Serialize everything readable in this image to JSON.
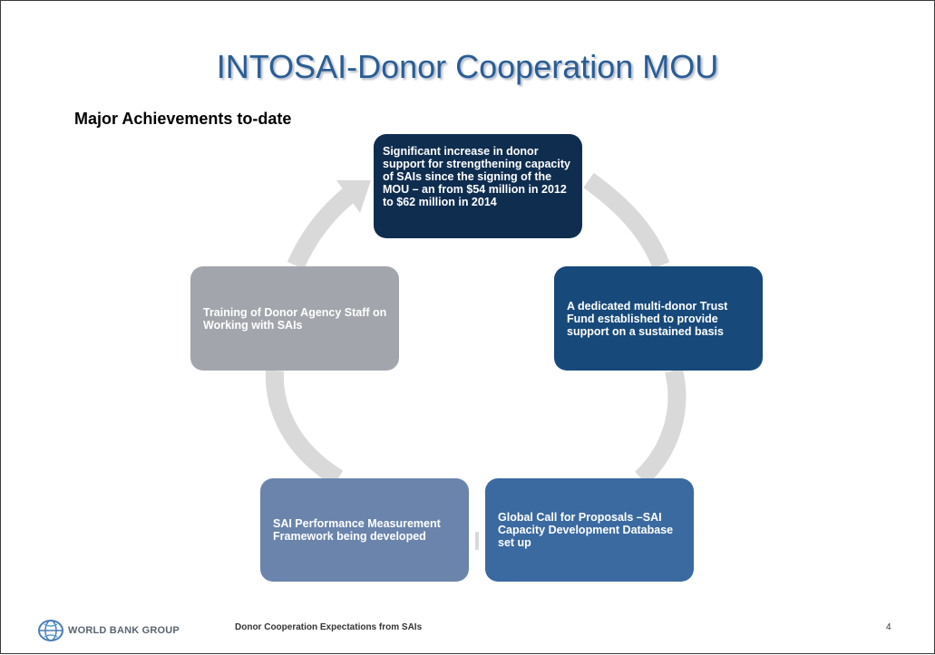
{
  "slide": {
    "title": "INTOSAI-Donor Cooperation MOU",
    "subtitle": "Major Achievements to-date",
    "cycle": [
      {
        "text": "Significant increase in donor support for strengthening capacity of SAIs since the signing of the MOU – an from $54 million in 2012 to $62 million in 2014",
        "color": "#0f2d4f"
      },
      {
        "text": "A dedicated multi-donor Trust Fund established to provide support on a sustained basis",
        "color": "#17497a"
      },
      {
        "text": "Global Call for Proposals –SAI Capacity Development Database set up",
        "color": "#3b6aa0"
      },
      {
        "text": "SAI Performance Measurement Framework being developed",
        "color": "#6a84ac"
      },
      {
        "text": "Training of Donor Agency Staff on Working with SAIs",
        "color": "#a3a5ac"
      }
    ],
    "arrow_color": "#d9d9d9"
  },
  "footer": {
    "logo_text": "WORLD BANK GROUP",
    "logo_icon": "globe-icon",
    "text": "Donor Cooperation Expectations from SAIs",
    "page_number": "4"
  }
}
